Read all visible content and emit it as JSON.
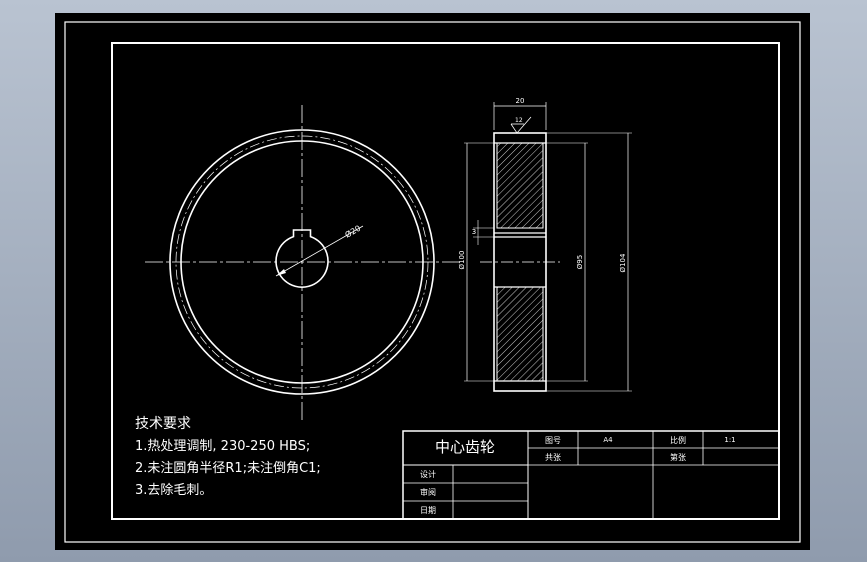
{
  "colors": {
    "paper": "#000000",
    "line": "#ffffff",
    "outer_bg": "#a9b4c4"
  },
  "drawing": {
    "dims": {
      "width": "20",
      "surface": "12",
      "keyway": "3",
      "bore": "Ø20",
      "dia_100": "Ø100",
      "dia_95": "Ø95",
      "dia_104": "Ø104"
    },
    "tech": {
      "heading": "技术要求",
      "item1": "1.热处理调制, 230-250 HBS;",
      "item2": "2.未注圆角半径R1;未注倒角C1;",
      "item3": "3.去除毛刺。"
    },
    "title_block": {
      "part_name": "中心齿轮",
      "drawing_no_label": "图号",
      "drawing_no_value": "A4",
      "scale_label": "比例",
      "scale_value": "1:1",
      "sheets_label": "共张",
      "sheet_label": "第张",
      "design_label": "设计",
      "review_label": "审阅",
      "date_label": "日期"
    }
  }
}
